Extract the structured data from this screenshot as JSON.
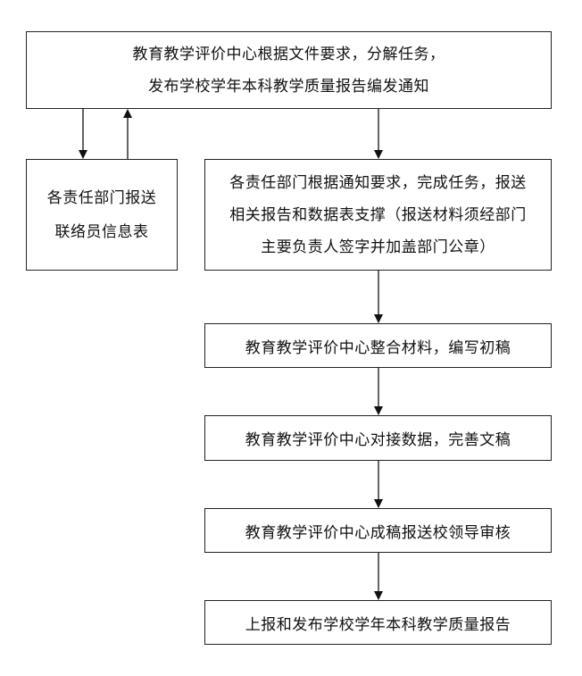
{
  "nodes": {
    "top": {
      "lines": [
        "教育教学评价中心根据文件要求，分解任务，",
        "发布学校学年本科教学质量报告编发通知"
      ]
    },
    "liaison": {
      "lines": [
        "各责任部门报送",
        "联络员信息表"
      ]
    },
    "department_task": {
      "lines": [
        "各责任部门根据通知要求，完成任务，报送",
        "相关报告和数据表支撑（报送材料须经部门",
        "主要负责人签字并加盖部门公章）"
      ]
    },
    "step_compile": {
      "lines": [
        "教育教学评价中心整合材料，编写初稿"
      ]
    },
    "step_verify": {
      "lines": [
        "教育教学评价中心对接数据，完善文稿"
      ]
    },
    "step_review": {
      "lines": [
        "教育教学评价中心成稿报送校领导审核"
      ]
    },
    "step_publish": {
      "lines": [
        "上报和发布学校学年本科教学质量报告"
      ]
    }
  },
  "edges": [
    {
      "from": "top",
      "to": "liaison"
    },
    {
      "from": "liaison",
      "to": "top"
    },
    {
      "from": "top",
      "to": "department_task"
    },
    {
      "from": "department_task",
      "to": "step_compile"
    },
    {
      "from": "step_compile",
      "to": "step_verify"
    },
    {
      "from": "step_verify",
      "to": "step_review"
    },
    {
      "from": "step_review",
      "to": "step_publish"
    }
  ]
}
